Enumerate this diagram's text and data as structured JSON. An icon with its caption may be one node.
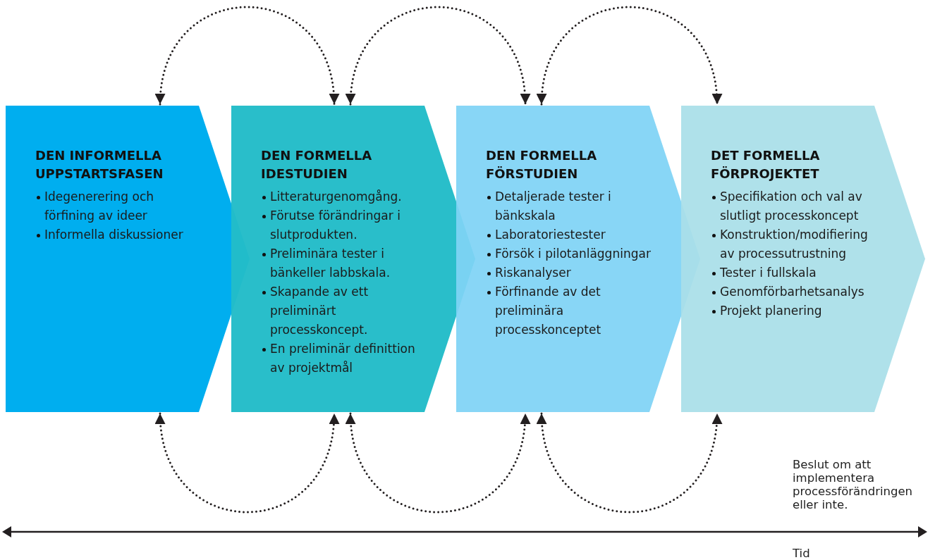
{
  "diagram": {
    "nodes": [
      {
        "text": [
          "DEN INFORMELLA UPPSTARTSFASEN",
          "Idegenerering och förfining av ideer",
          "Informella diskussioner"
        ]
      },
      {
        "text": [
          "DEN FORMELLA IDESTUDIEN",
          "Litteraturgenomgång.",
          "Förutse förändringar i slutprodukten.",
          "Preliminära tester i bänkeller labbskala.",
          "Skapande av ett preliminärt processkoncept.",
          "En preliminär definittion av projektmål"
        ]
      },
      {
        "text": [
          "DEN FORMELLA FÖRSTUDIEN",
          "Detaljerade tester i bänkskala",
          "Laboratoriestester",
          "Försök i pilotanläggningar",
          "Riskanalyser",
          "Förfinande av det preliminära processkonceptet"
        ]
      },
      {
        "text": [
          "DET FORMELLA FÖRPROJEKTET",
          "Specifikation och val av slutligt processkoncept",
          "Konstruktion/modifiering av processutrustning",
          "Tester i fullskala",
          "Genomförbarhetsanalys",
          "Projekt planering"
        ]
      }
    ],
    "edges": [
      {
        "from": 0,
        "to": 1,
        "arrow": "both",
        "style": "dashed"
      },
      {
        "from": 1,
        "to": 2,
        "arrow": "both",
        "style": "dashed"
      },
      {
        "from": 2,
        "to": 3,
        "arrow": "both",
        "style": "dashed"
      },
      {
        "from": 0,
        "to": 1,
        "arrow": "both",
        "style": "dashed"
      },
      {
        "from": 1,
        "to": 2,
        "arrow": "both",
        "style": "dashed"
      },
      {
        "from": 2,
        "to": 3,
        "arrow": "both",
        "style": "dashed"
      }
    ],
    "labels": [
      "Beslut om att implementera processförändringen eller inte.",
      "Tid"
    ]
  }
}
